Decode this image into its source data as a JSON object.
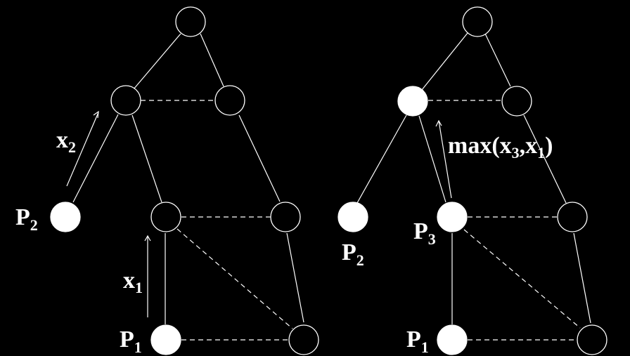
{
  "left_diagram": {
    "labels": {
      "p2": {
        "main": "P",
        "sub": "2"
      },
      "p1": {
        "main": "P",
        "sub": "1"
      },
      "x2": {
        "main": "x",
        "sub": "2"
      },
      "x1": {
        "main": "x",
        "sub": "1"
      }
    },
    "filled_nodes": [
      "p2",
      "p1"
    ]
  },
  "right_diagram": {
    "labels": {
      "p2": {
        "main": "P",
        "sub": "2"
      },
      "p3": {
        "main": "P",
        "sub": "3"
      },
      "p1": {
        "main": "P",
        "sub": "1"
      },
      "max": {
        "prefix": "max(x",
        "sub_a": "3",
        "mid": ",x",
        "sub_b": "1",
        "suffix": ")"
      }
    },
    "filled_nodes": [
      "upper-left",
      "p2",
      "p3",
      "p1"
    ]
  },
  "colors": {
    "background": "#000000",
    "foreground": "#ffffff"
  }
}
